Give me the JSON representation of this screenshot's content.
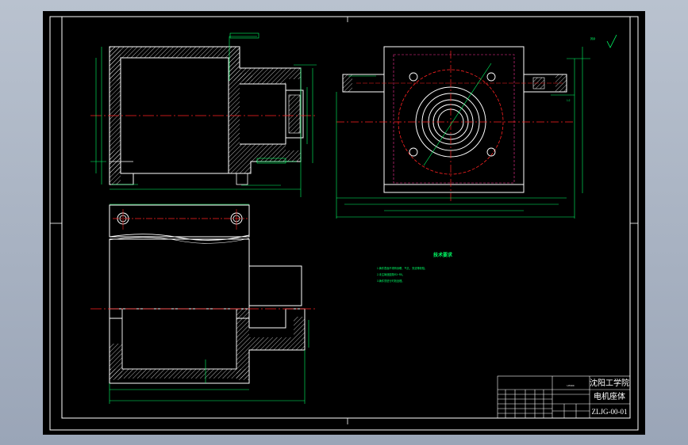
{
  "title_block": {
    "school": "沈阳工学院",
    "part_name": "电机座体",
    "drawing_no": "ZLJG-00-01",
    "material": "HT200"
  },
  "technical_notes": {
    "title": "技术要求",
    "lines": [
      "1.铸件表面不得有砂眼、气孔、夹渣等缺陷。",
      "2.未注铸造圆角R3~R5。",
      "3.铸件须进行时效处理。"
    ]
  },
  "colors": {
    "background": "#000000",
    "outline": "#ffffff",
    "dimension": "#00ff66",
    "centerline": "#ff2222",
    "hole_circle": "#ff3399",
    "hatch": "#ffffff"
  },
  "icons": {
    "roughness": "surface-roughness-symbol-icon"
  }
}
